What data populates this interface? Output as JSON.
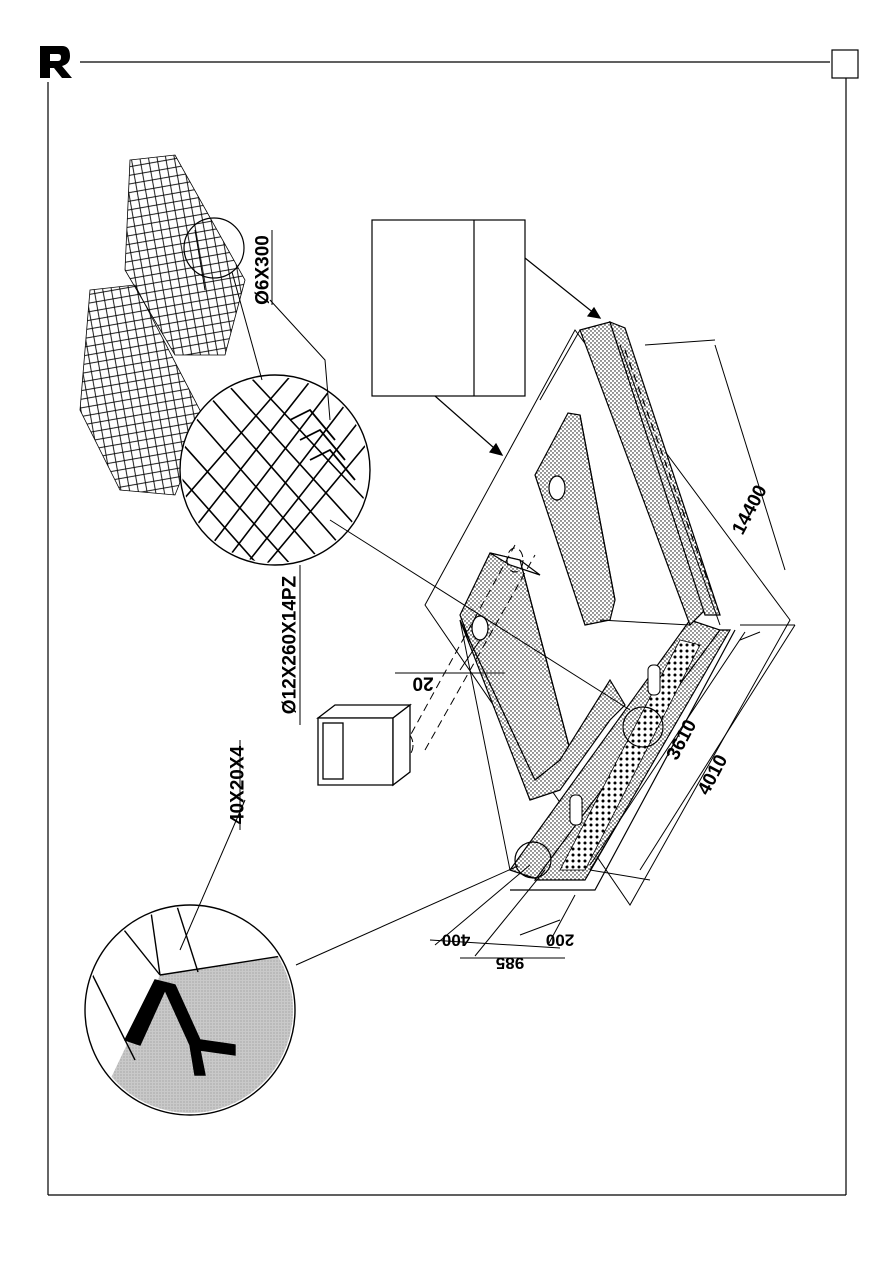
{
  "page": {
    "logo_text": "R"
  },
  "diagram": {
    "labels": {
      "tube_section": "40X20X4",
      "mesh_bottom": "Ø12X260X14PZ",
      "mesh_top": "Ø6X300",
      "gap": "20",
      "dim_length": "14400",
      "dim_inner_width": "3610",
      "dim_outer_width": "4010",
      "dim_wall": "400",
      "dim_step": "200",
      "dim_total": "985"
    }
  }
}
